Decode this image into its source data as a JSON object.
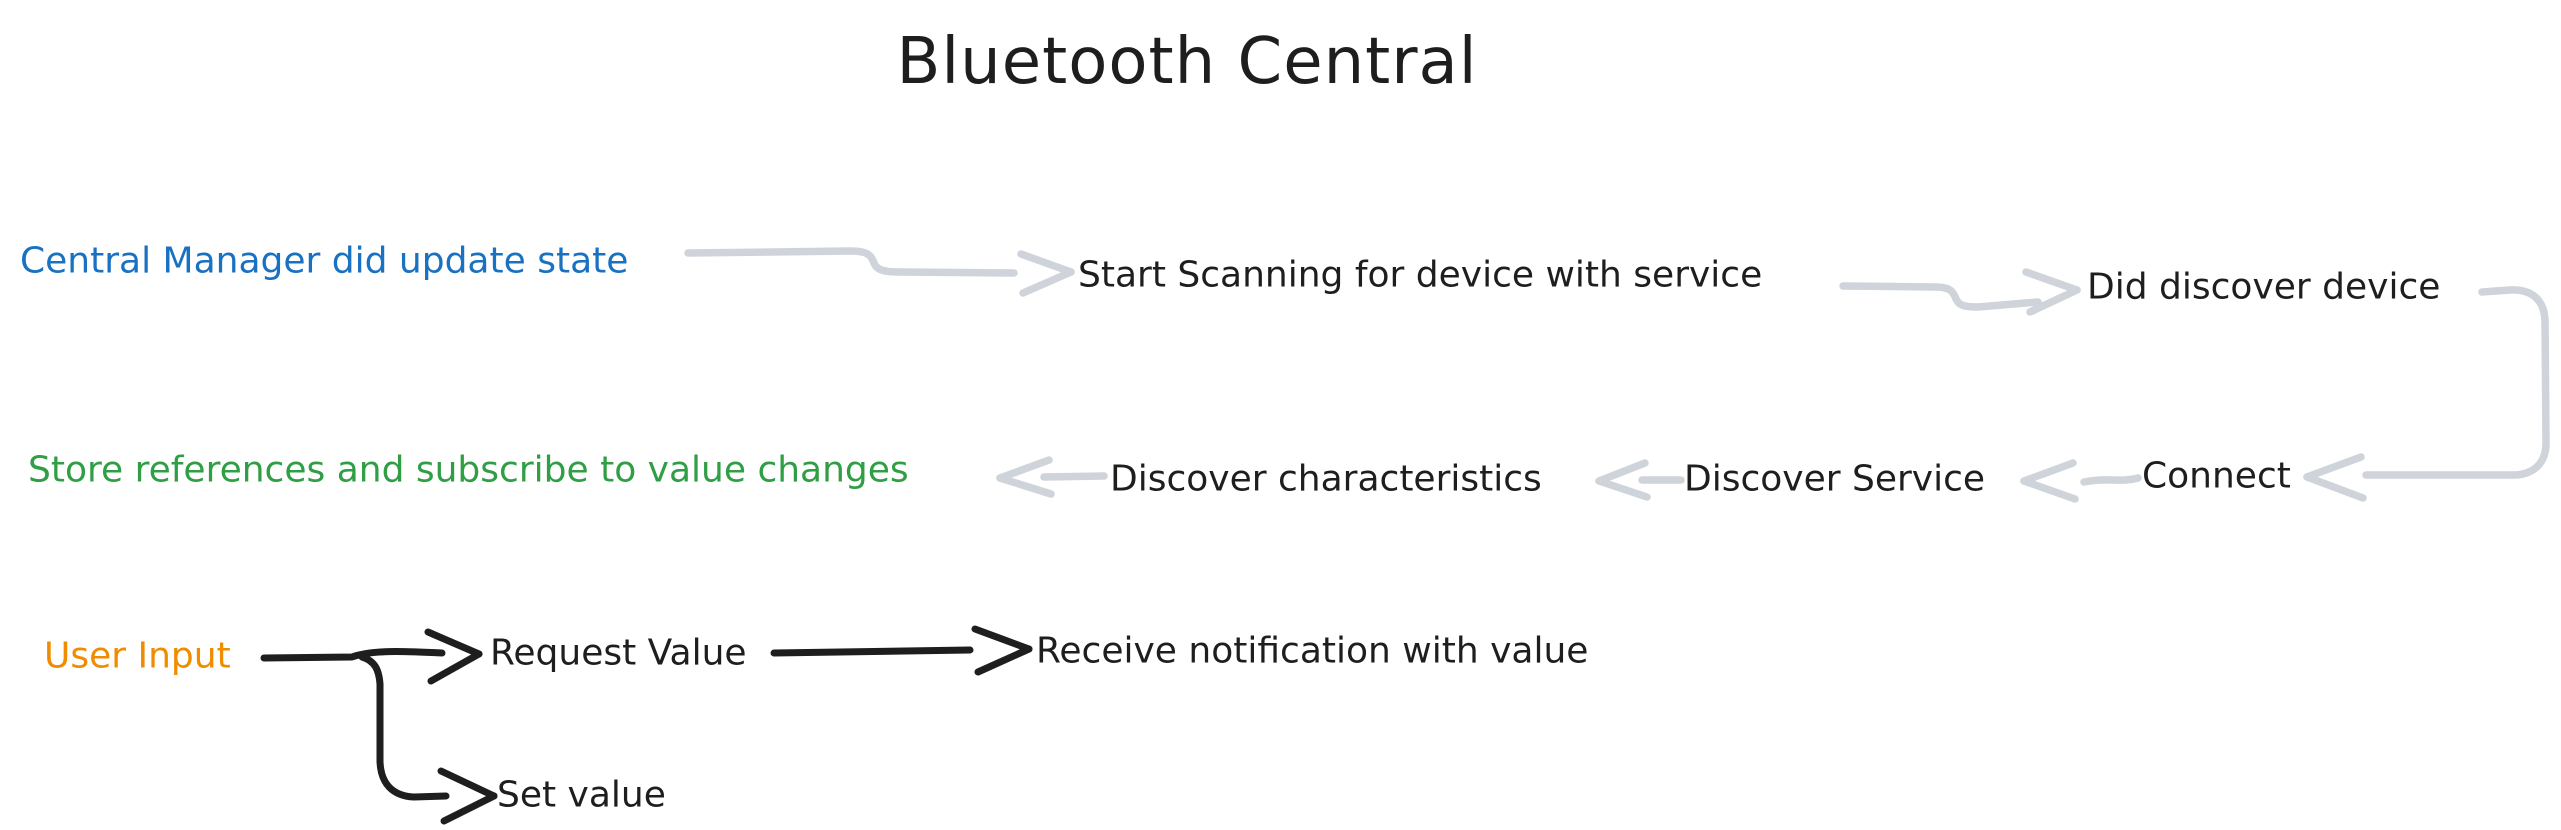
{
  "title": "Bluetooth Central",
  "colors": {
    "text_black": "#1e1e1e",
    "node_blue": "#1971c2",
    "node_green": "#2f9e44",
    "node_orange": "#f08c00",
    "arrow_gray": "#ced4da",
    "arrow_black": "#1e1e1e",
    "background": "#ffffff"
  },
  "diagram": {
    "nodes": [
      {
        "label": "Central Manager did update state",
        "color": "blue"
      },
      {
        "label": "Start Scanning for device with service",
        "color": "black"
      },
      {
        "label": "Did discover device",
        "color": "black"
      },
      {
        "label": "Store references and subscribe to value changes",
        "color": "green"
      },
      {
        "label": "Discover characteristics",
        "color": "black"
      },
      {
        "label": "Discover Service",
        "color": "black"
      },
      {
        "label": "Connect",
        "color": "black"
      },
      {
        "label": "User Input",
        "color": "orange"
      },
      {
        "label": "Request Value",
        "color": "black"
      },
      {
        "label": "Receive notification with value",
        "color": "black"
      },
      {
        "label": "Set value",
        "color": "black"
      }
    ],
    "edges": [
      {
        "from": "Central Manager did update state",
        "to": "Start Scanning for device with service",
        "style": "gray"
      },
      {
        "from": "Start Scanning for device with service",
        "to": "Did discover device",
        "style": "gray"
      },
      {
        "from": "Did discover device",
        "to": "Connect",
        "style": "gray"
      },
      {
        "from": "Connect",
        "to": "Discover Service",
        "style": "gray"
      },
      {
        "from": "Discover Service",
        "to": "Discover characteristics",
        "style": "gray"
      },
      {
        "from": "Discover characteristics",
        "to": "Store references and subscribe to value changes",
        "style": "gray"
      },
      {
        "from": "User Input",
        "to": "Request Value",
        "style": "black"
      },
      {
        "from": "User Input",
        "to": "Set value",
        "style": "black"
      },
      {
        "from": "Request Value",
        "to": "Receive notification with value",
        "style": "black"
      }
    ]
  }
}
